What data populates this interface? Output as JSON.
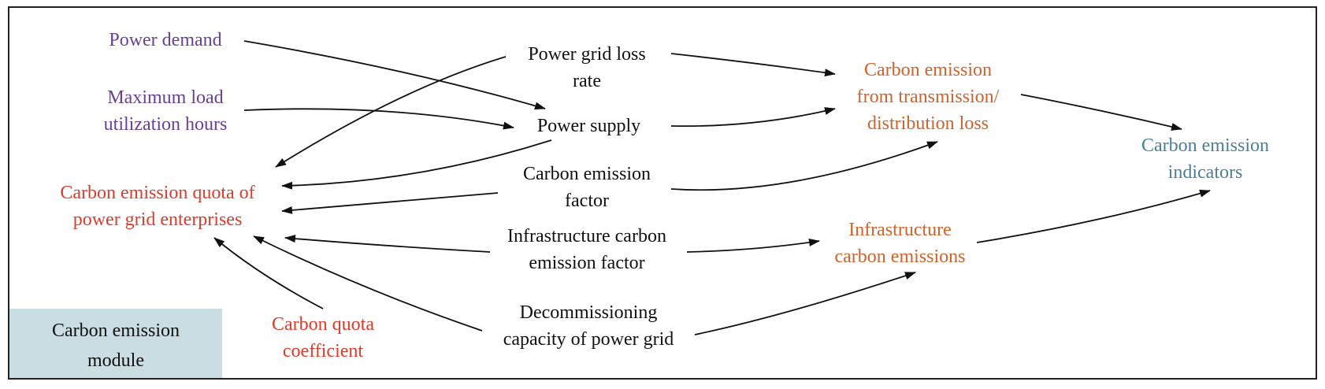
{
  "module_label": "Carbon emission\nmodule",
  "nodes": {
    "power_demand": "Power demand",
    "max_load_hours": "Maximum load\nutilization hours",
    "grid_loss_rate": "Power grid loss\nrate",
    "power_supply": "Power supply",
    "carbon_emission_factor": "Carbon emission\nfactor",
    "infra_carbon_factor": "Infrastructure carbon\nemission factor",
    "decommissioning_capacity": "Decommissioning\ncapacity of power grid",
    "carbon_quota": "Carbon emission quota of\npower grid enterprises",
    "carbon_quota_coefficient": "Carbon quota\ncoefficient",
    "carbon_transmission_loss": "Carbon emission\nfrom transmission/\ndistribution loss",
    "infra_carbon_emissions": "Infrastructure\ncarbon emissions",
    "carbon_indicators": "Carbon emission\nindicators"
  },
  "colors": {
    "exogenous_input": "#6a3f96",
    "variable": "#111111",
    "quota": "#e03a2a",
    "emission": "#d2622a",
    "indicator": "#4a7f95",
    "module_box": "#c9dde3"
  },
  "edges": [
    {
      "from": "power_demand",
      "to": "power_supply"
    },
    {
      "from": "max_load_hours",
      "to": "power_supply"
    },
    {
      "from": "grid_loss_rate",
      "to": "carbon_quota"
    },
    {
      "from": "grid_loss_rate",
      "to": "carbon_transmission_loss"
    },
    {
      "from": "power_supply",
      "to": "carbon_quota"
    },
    {
      "from": "power_supply",
      "to": "carbon_transmission_loss"
    },
    {
      "from": "carbon_emission_factor",
      "to": "carbon_quota"
    },
    {
      "from": "carbon_emission_factor",
      "to": "carbon_transmission_loss"
    },
    {
      "from": "infra_carbon_factor",
      "to": "carbon_quota"
    },
    {
      "from": "infra_carbon_factor",
      "to": "infra_carbon_emissions"
    },
    {
      "from": "decommissioning_capacity",
      "to": "carbon_quota"
    },
    {
      "from": "decommissioning_capacity",
      "to": "infra_carbon_emissions"
    },
    {
      "from": "carbon_quota_coefficient",
      "to": "carbon_quota"
    },
    {
      "from": "carbon_transmission_loss",
      "to": "carbon_indicators"
    },
    {
      "from": "infra_carbon_emissions",
      "to": "carbon_indicators"
    }
  ]
}
